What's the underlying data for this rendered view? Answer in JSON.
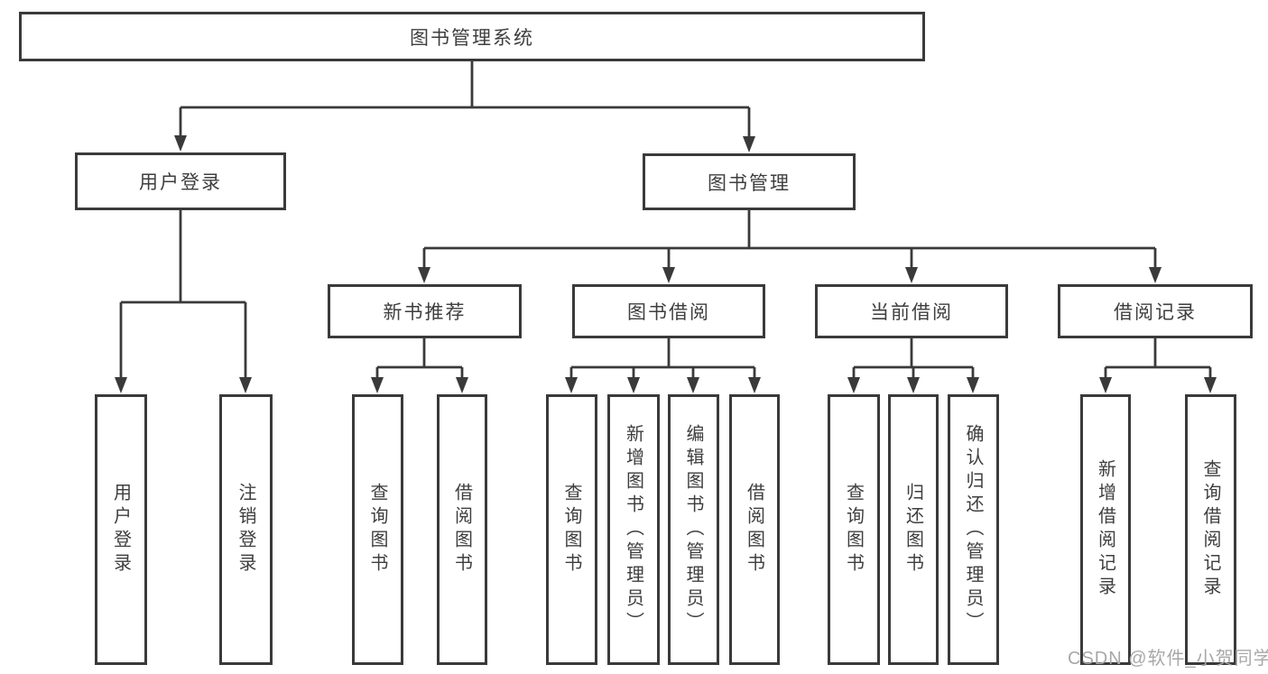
{
  "root": {
    "label": "图书管理系统"
  },
  "level2": [
    {
      "label": "用户登录"
    },
    {
      "label": "图书管理"
    }
  ],
  "level3": [
    {
      "label": "新书推荐"
    },
    {
      "label": "图书借阅"
    },
    {
      "label": "当前借阅"
    },
    {
      "label": "借阅记录"
    }
  ],
  "leaves": {
    "user_login": [
      {
        "label": "用户登录"
      },
      {
        "label": "注销登录"
      }
    ],
    "new_books": [
      {
        "label": "查询图书"
      },
      {
        "label": "借阅图书"
      }
    ],
    "book_borrow": [
      {
        "label": "查询图书"
      },
      {
        "label": "新增图书（管理员）"
      },
      {
        "label": "编辑图书（管理员）"
      },
      {
        "label": "借阅图书"
      }
    ],
    "current_borrow": [
      {
        "label": "查询图书"
      },
      {
        "label": "归还图书"
      },
      {
        "label": "确认归还（管理员）"
      }
    ],
    "borrow_records": [
      {
        "label": "新增借阅记录"
      },
      {
        "label": "查询借阅记录"
      }
    ]
  },
  "watermark": "CSDN @软件_小贺同学",
  "colors": {
    "line": "#3a3a3a",
    "text": "#3e3e3e",
    "watermark": "#a8a8a8",
    "background": "#ffffff"
  }
}
